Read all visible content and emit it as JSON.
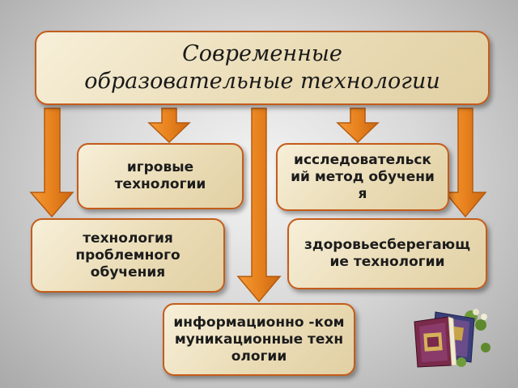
{
  "title": "Современные  образовательные технологии",
  "boxes": {
    "game": "игровые технологии",
    "research": "исследовательский метод обучения",
    "problem": "технология проблемного обучения",
    "health": "здоровьесберегающие технологии",
    "info": "информационно -коммуникационные технологии"
  },
  "colors": {
    "arrow": "#e8821e",
    "arrow_outline": "#b55a10",
    "box_border": "#c45c1a",
    "box_fill": "#ecdfbd"
  },
  "decor": {
    "icon": "books-icon"
  }
}
